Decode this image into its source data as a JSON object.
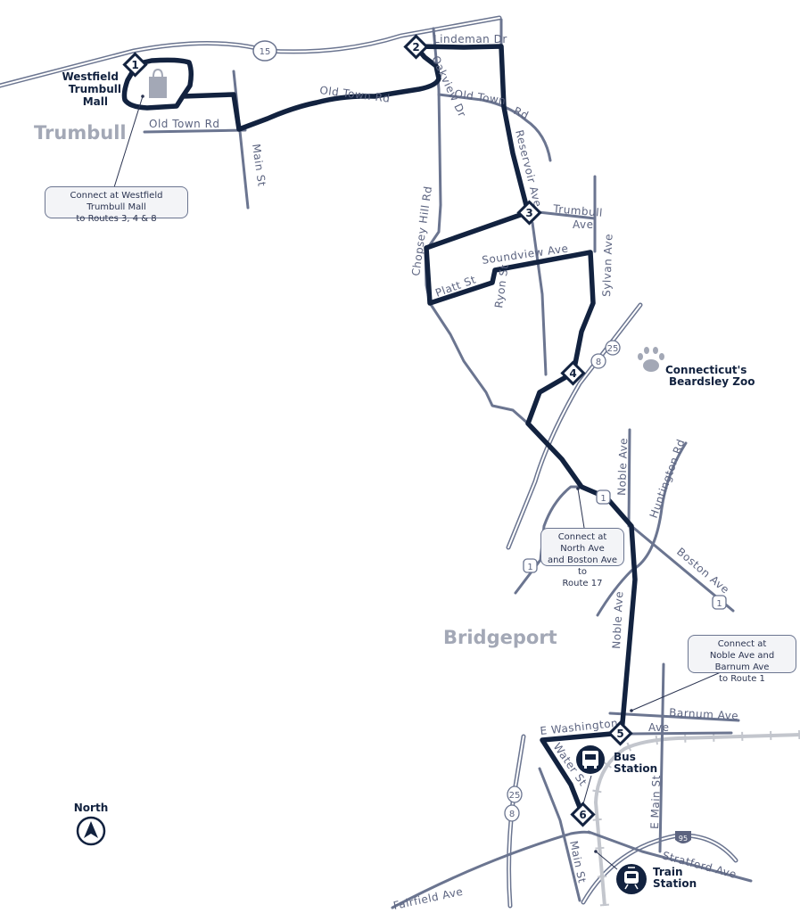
{
  "towns": {
    "trumbull": "Trumbull",
    "bridgeport": "Bridgeport"
  },
  "places": {
    "mall": [
      "Westfield",
      "Trumbull",
      "Mall"
    ],
    "zoo": [
      "Connecticut's",
      "Beardsley Zoo"
    ],
    "bus_station": [
      "Bus",
      "Station"
    ],
    "train_station": [
      "Train",
      "Station"
    ]
  },
  "stops": [
    "1",
    "2",
    "3",
    "4",
    "5",
    "6"
  ],
  "roads": {
    "old_town_rd_w": "Old  Town  Rd",
    "old_town_rd_mid": "Old  Town  Rd",
    "old_town_rd_e": "Old  Town",
    "old_town_rd_e2": "Rd",
    "main_st_n": "Main  St",
    "lindeman": "Lindeman  Dr",
    "oakview": "Oakview  Dr",
    "reservoir": "Reservoir  Ave",
    "trumbull_ave_1": "Trumbull",
    "trumbull_ave_2": "Ave",
    "chopsey": "Chopsey  Hill  Rd",
    "soundview": "Soundview  Ave",
    "platt": "Platt  St",
    "ryon": "Ryon  St",
    "sylvan": "Sylvan  Ave",
    "noble_n": "Noble  Ave",
    "noble_s": "Noble  Ave",
    "huntington": "Huntington  Rd",
    "boston": "Boston  Ave",
    "barnum": "Barnum  Ave",
    "e_washington": "E  Washington",
    "e_washington_ave": "Ave",
    "water": "Water  St",
    "e_main": "E  Main  St",
    "main_st_s": "Main  St",
    "stratford": "Stratford  Ave",
    "fairfield": "Fairfield  Ave"
  },
  "shields": {
    "rt15": "15",
    "rt8_n": "8",
    "rt25_n": "25",
    "us1_a": "1",
    "us1_b": "1",
    "us1_c": "1",
    "rt25_s": "25",
    "rt8_s": "8",
    "i95": "95"
  },
  "callouts": {
    "mall": [
      "Connect at Westfield Trumbull Mall",
      "to Routes 3, 4 & 8"
    ],
    "north_ave": [
      "Connect at North Ave",
      "and Boston Ave to",
      "Route 17"
    ],
    "barnum": [
      "Connect at",
      "Noble Ave and Barnum Ave",
      "to Route 1"
    ]
  },
  "compass": {
    "label": "North"
  },
  "colors": {
    "route": "#12223f",
    "road": "#6b7590",
    "rail": "#c3c6cd",
    "town": "#a3a8b6",
    "callout_bg": "#f3f4f7"
  },
  "icons": {
    "mall": "shopping-bag-icon",
    "zoo": "paw-print-icon",
    "bus": "bus-icon",
    "train": "train-icon",
    "north": "north-arrow-icon"
  }
}
